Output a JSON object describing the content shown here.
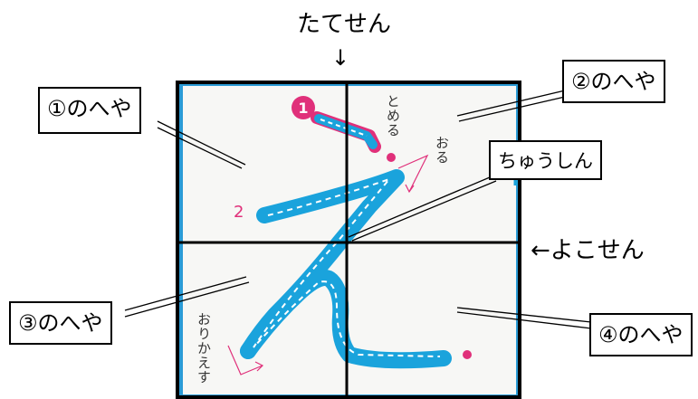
{
  "labels": {
    "tatesen": "たてせん",
    "tatesen_arrow": "↓",
    "yokosen": "←よこせん",
    "room1": "①のへや",
    "room2": "②のへや",
    "room3": "③のへや",
    "room4": "④のへや",
    "center": "ちゅうしん"
  },
  "guides": {
    "tomeru": "とめる",
    "oru": "おる",
    "orikaesu": "おりかえす",
    "stroke1": "1",
    "stroke2": "2"
  },
  "colors": {
    "stroke_blue": "#1aa3dc",
    "accent_pink": "#e0307a",
    "frame_blue": "#2a9bd6",
    "grid_black": "#000000"
  }
}
